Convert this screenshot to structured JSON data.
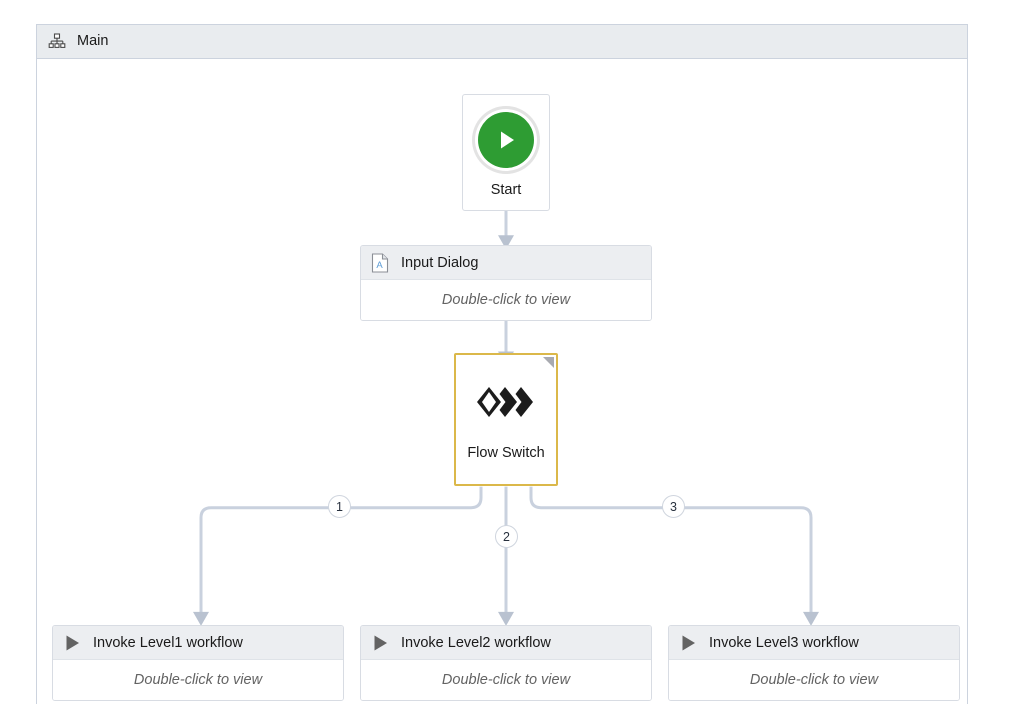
{
  "panel": {
    "title": "Main",
    "icon": "hierarchy-icon"
  },
  "canvas": {
    "start_node": {
      "label": "Start",
      "icon": "play-circle-icon",
      "accent": "#2e9c33"
    },
    "input_dialog": {
      "title": "Input Dialog",
      "hint": "Double-click to view",
      "icon": "text-document-icon"
    },
    "flow_switch": {
      "label": "Flow Switch",
      "icon": "flow-switch-diamond-icon",
      "selected_border": "#dbb84a",
      "corner_marker": "resize-corner-icon"
    },
    "connectors": [
      {
        "label": "1",
        "target": "Invoke Level1 workflow"
      },
      {
        "label": "2",
        "target": "Invoke Level2 workflow"
      },
      {
        "label": "3",
        "target": "Invoke Level3 workflow"
      }
    ],
    "invoke_nodes": [
      {
        "title": "Invoke Level1 workflow",
        "hint": "Double-click to view",
        "icon": "play-triangle-icon"
      },
      {
        "title": "Invoke Level2 workflow",
        "hint": "Double-click to view",
        "icon": "play-triangle-icon"
      },
      {
        "title": "Invoke Level3 workflow",
        "hint": "Double-click to view",
        "icon": "play-triangle-icon"
      }
    ]
  },
  "colors": {
    "connector_line": "#c9d1de",
    "header_bg": "#e9ecef",
    "panel_border": "#ccd3de"
  }
}
